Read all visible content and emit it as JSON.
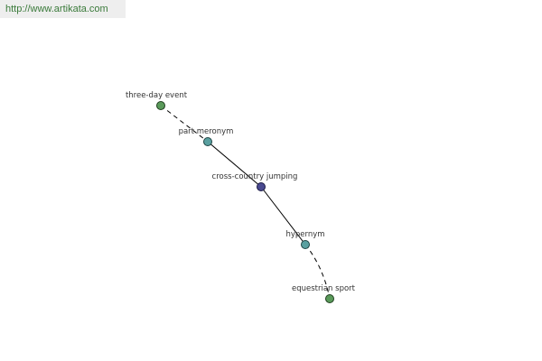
{
  "header": {
    "url_text": "http://www.artikata.com"
  },
  "colors": {
    "url_text": "#3a7a3a",
    "url_background": "#eeeeee",
    "node_leaf": "#5a9a5a",
    "node_relation": "#5aa0a0",
    "node_center": "#4a4a90",
    "edge": "#000000"
  },
  "graph": {
    "nodes": [
      {
        "id": "three-day-event",
        "label": "three-day event",
        "kind": "leaf"
      },
      {
        "id": "part-meronym",
        "label": "part meronym",
        "kind": "relation"
      },
      {
        "id": "cross-country-jumping",
        "label": "cross-country jumping",
        "kind": "center"
      },
      {
        "id": "hypernym",
        "label": "hypernym",
        "kind": "relation"
      },
      {
        "id": "equestrian-sport",
        "label": "equestrian sport",
        "kind": "leaf"
      }
    ],
    "edges": [
      {
        "from": "three-day-event",
        "to": "part-meronym",
        "style": "dashed"
      },
      {
        "from": "part-meronym",
        "to": "cross-country-jumping",
        "style": "solid"
      },
      {
        "from": "cross-country-jumping",
        "to": "hypernym",
        "style": "solid"
      },
      {
        "from": "hypernym",
        "to": "equestrian-sport",
        "style": "dashed"
      }
    ]
  }
}
